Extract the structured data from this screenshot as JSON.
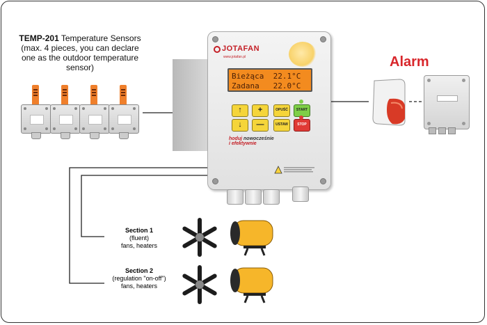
{
  "sensors": {
    "caption_bold": "TEMP-201",
    "caption_rest": " Temperature Sensors (max. 4 pieces, you can declare one as the outdoor temperature sensor)",
    "count": 4,
    "probe_color": "#ef7f2b"
  },
  "controller": {
    "brand": "JOTAFAN",
    "url": "www.jotafan.pl",
    "display": {
      "line1": "Bieżąca  22.1°C",
      "line2": "Zadana   22.0°C"
    },
    "buttons": {
      "up": "↑",
      "plus": "+",
      "opusc": "OPUŚĆ",
      "start": "START",
      "down": "↓",
      "minus": "—",
      "ustaw": "USTAW",
      "stop": "STOP"
    },
    "slogan": {
      "part1": "hoduj",
      "part2": "nowocześnie",
      "part3": "i efektywnie"
    },
    "display_color": "#f38b1f",
    "brand_color": "#c41e25"
  },
  "alarm": {
    "title": "Alarm",
    "title_color": "#d8262b"
  },
  "sections": [
    {
      "title": "Section 1",
      "mode": "(fluent)",
      "devices": "fans, heaters"
    },
    {
      "title": "Section 2",
      "mode": "(regulation \"on-off\")",
      "devices": "fans, heaters"
    }
  ],
  "colors": {
    "heater_body": "#f6b62a",
    "fan_blade": "#1c1c1c"
  }
}
